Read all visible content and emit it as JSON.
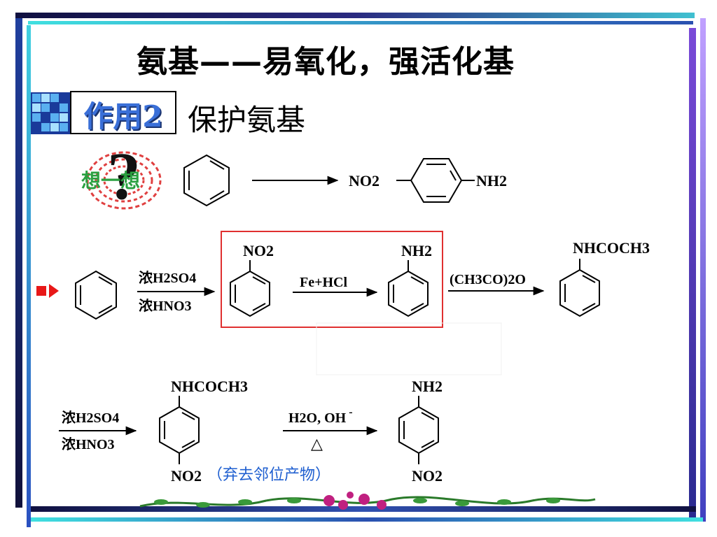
{
  "slide": {
    "title": "氨基——易氧化，强活化基",
    "badge": "作用2",
    "subtitle": "保护氨基",
    "think_icon": "think-question-icon",
    "think_text": "想一想",
    "arrow_icon": "red-play-arrow-icon"
  },
  "question": {
    "product_left": "NO2",
    "product_right": "NH2"
  },
  "step1": {
    "reagent_top": "浓H2SO4",
    "reagent_bottom": "浓HNO3",
    "nitro_label": "NO2",
    "reagent2": "Fe+HCl",
    "amine_label": "NH2",
    "reagent3": "(CH3CO)2O",
    "acetanilide_label": "NHCOCH3"
  },
  "step2": {
    "reagent_top": "浓H2SO4",
    "reagent_bottom": "浓HNO3",
    "top_label": "NHCOCH3",
    "bottom_label": "NO2",
    "note": "（弃去邻位产物）",
    "reagent_top2": "H2O, OH",
    "reagent_top2_sup": "-",
    "reagent_bottom2": "△",
    "final_top": "NH2",
    "final_bottom": "NO2"
  },
  "colors": {
    "accent_blue": "#3a6fd8",
    "note_blue": "#1f5fd0",
    "highlight_red": "#e03030",
    "bar_purple": "#7a4ad8",
    "bar_teal": "#20a8b8"
  }
}
